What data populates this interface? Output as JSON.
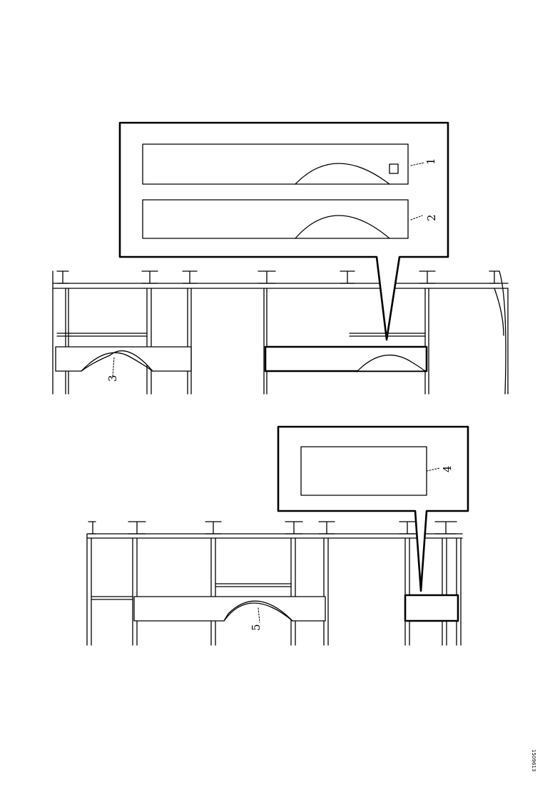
{
  "labels": {
    "one": "1",
    "two": "2",
    "three": "3",
    "four": "4",
    "five": "5"
  },
  "document_id": "1509613"
}
